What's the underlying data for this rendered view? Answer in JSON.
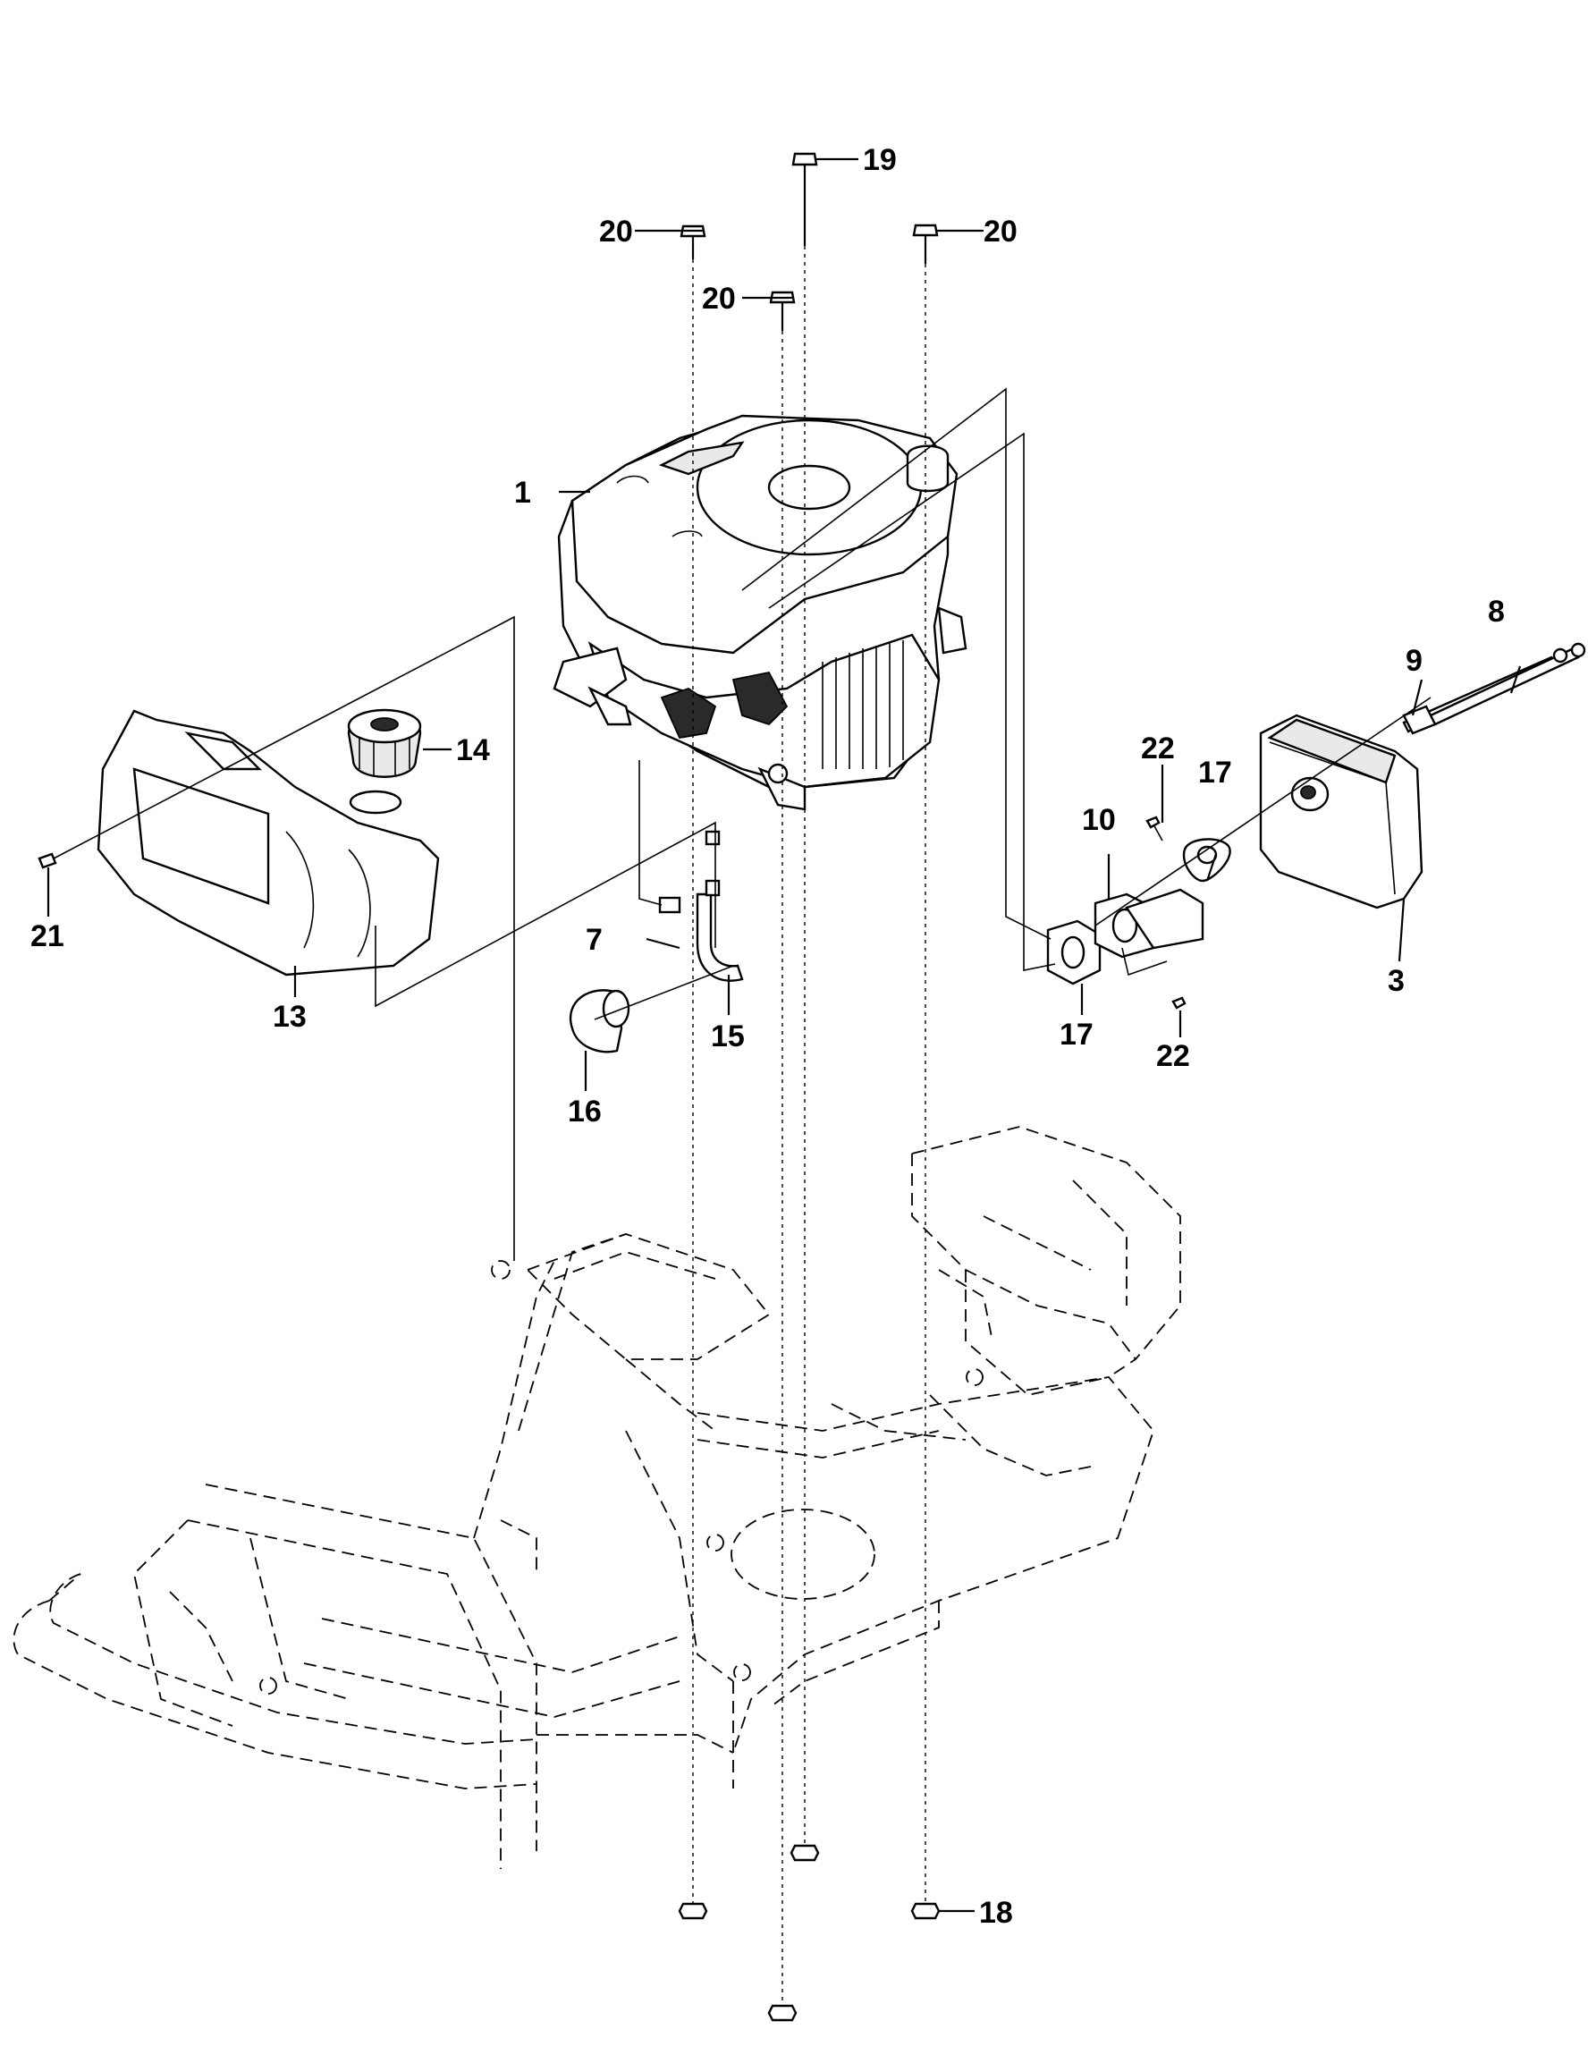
{
  "callouts": {
    "c1": "1",
    "c3": "3",
    "c7": "7",
    "c8": "8",
    "c9": "9",
    "c10": "10",
    "c13": "13",
    "c14": "14",
    "c15": "15",
    "c16": "16",
    "c17a": "17",
    "c17b": "17",
    "c18": "18",
    "c19": "19",
    "c20a": "20",
    "c20b": "20",
    "c20c": "20",
    "c21": "21",
    "c22a": "22",
    "c22b": "22"
  }
}
